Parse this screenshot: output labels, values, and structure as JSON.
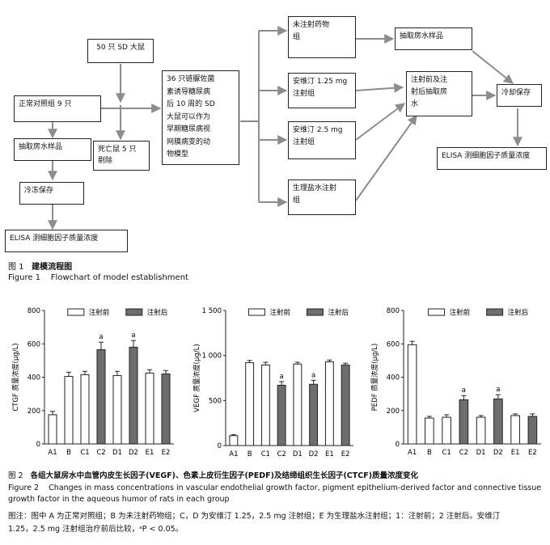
{
  "flowchart": {
    "boxes": {
      "rats50": "50 只 SD 大鼠",
      "control9": "正常对照组 9 只",
      "dead5": "死亡鼠 5 只\n剔除",
      "sample_left": "抽取房水样品",
      "freeze_left": "冷冻保存",
      "elisa_left": "ELISA 测细胞因子质量浓度",
      "model36": "36 只链脲佐菌\n素诱导糖尿病\n后 10 周的 SD\n大鼠可以作为\n早期糖尿病视\n网膜病变的动\n物模型",
      "no_drug": "未注射药物\n组",
      "ayt125": "安维汀 1.25 mg\n注射组",
      "ayt25": "安维汀 2.5 mg\n注射组",
      "saline": "生理盐水注射\n组",
      "sample_right": "抽取房水样品",
      "before_after": "注射前及注\n射后抽取房\n水",
      "cool": "冷却保存",
      "elisa_right": "ELISA 测细胞因子质量浓度"
    }
  },
  "figure1": {
    "label_cn": "图 1",
    "title_cn": "建模流程图",
    "label_en": "Figure 1",
    "title_en": "Flowchart of model establishment"
  },
  "figure2": {
    "label_cn": "图 2",
    "title_cn": "各组大鼠房水中血管内皮生长因子(VEGF)、色素上皮衍生因子(PEDF)及结缔组织生长因子(CTCF)质量浓度变化",
    "label_en": "Figure 2",
    "title_en_1": "Changes in mass concentrations in vascular endothelial growth factor, pigment epithelium-derived factor and connective tissue",
    "title_en_2": "growth factor in the aqueous humor of rats in each group",
    "note_1": "图注：图中 A 为正常对照组；B 为未注射药物组；C，D 为安维汀 1.25，2.5 mg 注射组；E 为生理盐水注射组；1：注射前；2 注射后。安维汀",
    "note_2": "1.25，2.5 mg 注射组治疗前后比较，ᵃP < 0.05。"
  },
  "chart_data": [
    {
      "type": "bar",
      "ylabel": "CTGF 质量浓度(μg/L)",
      "yticks": [
        "0",
        "200",
        "400",
        "600",
        "800"
      ],
      "ylim": [
        0,
        800
      ],
      "categories": [
        "A1",
        "B",
        "C1",
        "C2",
        "D1",
        "D2",
        "E1",
        "E2"
      ],
      "values": [
        175,
        405,
        415,
        565,
        410,
        580,
        425,
        420
      ],
      "errors": [
        20,
        25,
        20,
        45,
        25,
        40,
        20,
        20
      ],
      "fill": [
        "white",
        "white",
        "white",
        "gray",
        "white",
        "gray",
        "white",
        "gray"
      ],
      "sig": [
        "",
        "",
        "",
        "a",
        "",
        "a",
        "",
        ""
      ],
      "legend": [
        "注射前",
        "注射后"
      ],
      "legend_position": "top-right"
    },
    {
      "type": "bar",
      "ylabel": "VEGF 质量浓度(μg/L)",
      "yticks": [
        "0",
        "500",
        "1 000",
        "1 500"
      ],
      "ylim": [
        0,
        1500
      ],
      "categories": [
        "A1",
        "B",
        "C1",
        "C2",
        "D1",
        "D2",
        "E1",
        "E2"
      ],
      "values": [
        110,
        920,
        895,
        670,
        905,
        680,
        930,
        895
      ],
      "errors": [
        10,
        25,
        30,
        40,
        20,
        45,
        20,
        20
      ],
      "fill": [
        "white",
        "white",
        "white",
        "gray",
        "white",
        "gray",
        "white",
        "gray"
      ],
      "sig": [
        "",
        "",
        "",
        "a",
        "",
        "a",
        "",
        ""
      ],
      "legend": [
        "注射前",
        "注射后"
      ],
      "legend_position": "top-right"
    },
    {
      "type": "bar",
      "ylabel": "PEDF 质量浓度(μg/L)",
      "yticks": [
        "0",
        "200",
        "400",
        "600",
        "800"
      ],
      "ylim": [
        0,
        800
      ],
      "categories": [
        "A1",
        "B",
        "C1",
        "C2",
        "D1",
        "D2",
        "E1",
        "E2"
      ],
      "values": [
        595,
        155,
        160,
        265,
        160,
        270,
        170,
        165
      ],
      "errors": [
        20,
        10,
        15,
        25,
        10,
        25,
        10,
        15
      ],
      "fill": [
        "white",
        "white",
        "white",
        "gray",
        "white",
        "gray",
        "white",
        "gray"
      ],
      "sig": [
        "",
        "",
        "",
        "a",
        "",
        "a",
        "",
        ""
      ],
      "legend": [
        "注射前",
        "注射后"
      ],
      "legend_position": "top-right"
    }
  ],
  "colors": {
    "bar_gray": "#6e6e6e",
    "line": "#222222",
    "arrow": "#8c8c8c"
  }
}
